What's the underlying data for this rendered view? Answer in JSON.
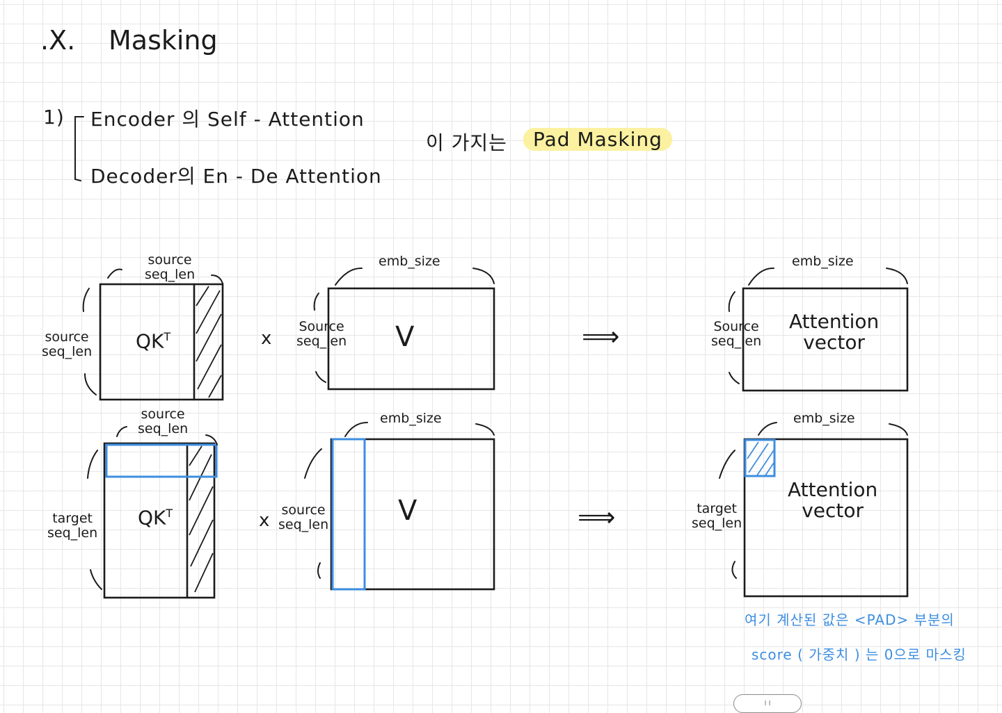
{
  "title": {
    "mark": ".X.",
    "text": "Masking"
  },
  "list": {
    "number": "1)",
    "item1": "Encoder 의  Self - Attention",
    "item2": "Decoder의  En - De  Attention",
    "suffix": "이  가지는",
    "highlight": "Pad  Masking"
  },
  "row1": {
    "qk_top_label": "source\nseq_len",
    "qk_left_label": "source\nseq_len",
    "qk_text": "QK",
    "qk_sup": "T",
    "times": "x",
    "v_top_label": "emb_size",
    "v_left_label": "Source\nseq_len",
    "v_text": "V",
    "arrow": "⟹",
    "att_top_label": "emb_size",
    "att_left_label": "Source\nseq_len",
    "att_text": "Attention\nvector"
  },
  "row2": {
    "qk_top_label": "source\nseq_len",
    "qk_left_label": "target\nseq_len",
    "qk_text": "QK",
    "qk_sup": "T",
    "times": "x",
    "v_top_label": "emb_size",
    "v_left_label": "source\nseq_len",
    "v_text": "V",
    "arrow": "⟹",
    "att_top_label": "emb_size",
    "att_left_label": "target\nseq_len",
    "att_text": "Attention\nvector"
  },
  "note": {
    "line1": "여기  계산된  값은  <PAD> 부분의",
    "line2": "score ( 가중치 ) 는   0으로  마스킹"
  },
  "pager": "I I",
  "colors": {
    "ink": "#1b1b1b",
    "blue": "#3d8ee0",
    "highlight": "#fbf1a0",
    "grid": "#e6e6e6"
  }
}
